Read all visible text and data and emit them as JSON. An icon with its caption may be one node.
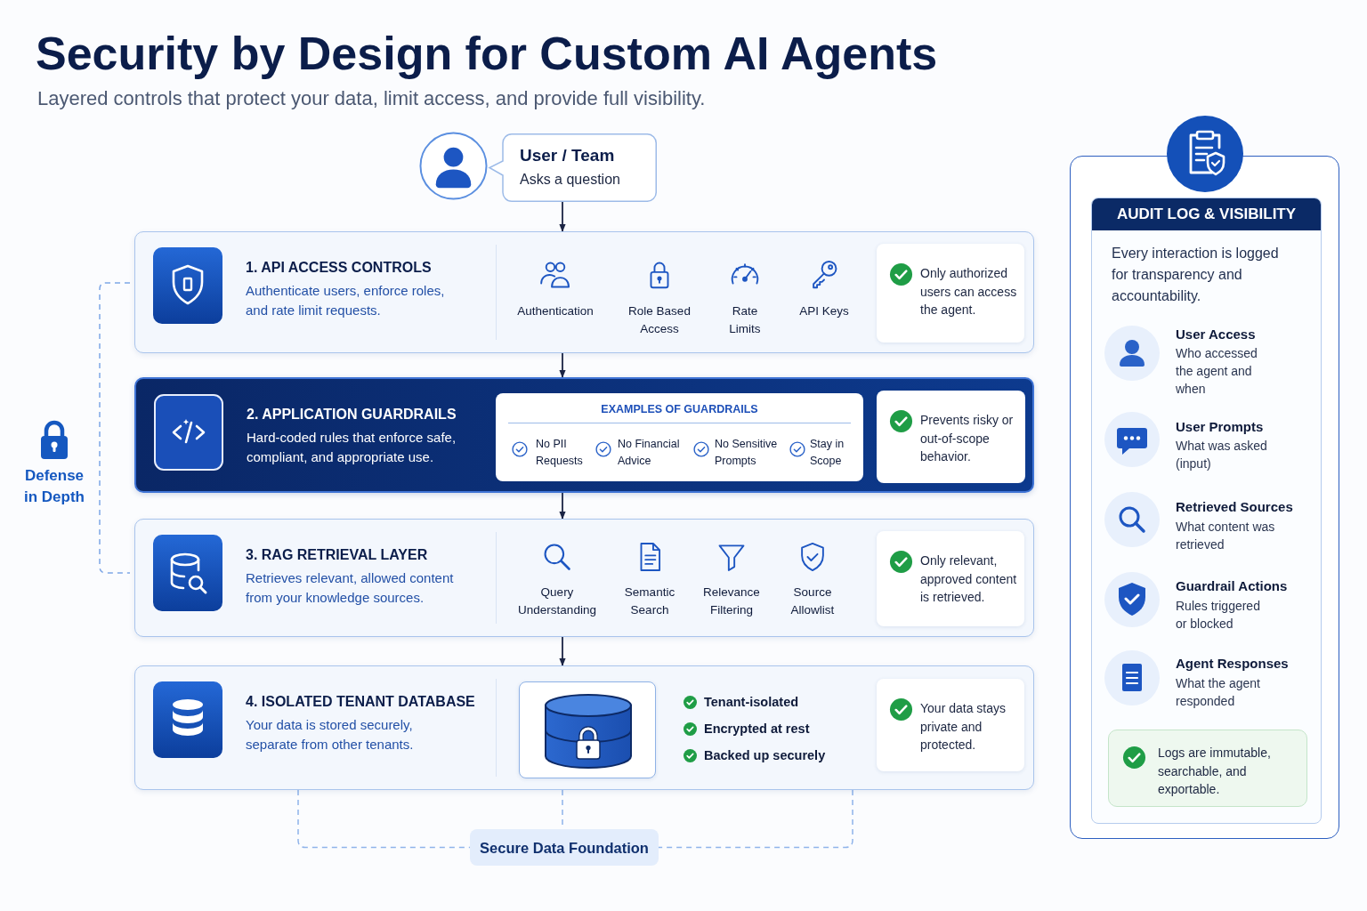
{
  "diagram": {
    "title": "Security by Design for Custom AI Agents",
    "nodes": [
      {
        "text": [
          "User / Team",
          "Asks a question"
        ]
      },
      {
        "text": [
          "1. API ACCESS CONTROLS",
          "Authenticate users, enforce roles, and rate limit requests."
        ]
      },
      {
        "text": [
          "Only authorized users can access the agent."
        ],
        "in": 1
      },
      {
        "text": [
          "2. APPLICATION GUARDRAILS",
          "Hard-coded rules that enforce safe, compliant, and appropriate use."
        ]
      },
      {
        "text": [
          "EXAMPLES OF GUARDRAILS",
          "No PII Requests",
          "No Financial Advice",
          "No Sensitive Prompts",
          "Stay in Scope"
        ],
        "in": 3
      },
      {
        "text": [
          "Prevents risky or out-of-scope behavior."
        ],
        "in": 3
      },
      {
        "text": [
          "3. RAG RETRIEVAL LAYER",
          "Retrieves relevant, allowed content from your knowledge sources."
        ]
      },
      {
        "text": [
          "Only relevant, approved content is retrieved."
        ],
        "in": 6
      },
      {
        "text": [
          "4. ISOLATED TENANT DATABASE",
          "Your data is stored securely, separate from other tenants."
        ]
      },
      {
        "text": [],
        "shape": "cylinder",
        "in": 8
      },
      {
        "text": [
          "Your data stays private and protected."
        ],
        "in": 8
      },
      {
        "text": [
          "Secure Data Foundation"
        ]
      },
      {
        "text": [],
        "shape": "box"
      },
      {
        "text": [
          "AUDIT LOG & VISIBILITY",
          "Every interaction is logged for transparency and accountability."
        ],
        "in": 12
      },
      {
        "text": [
          "Logs are immutable, searchable, and exportable."
        ],
        "in": 13
      }
    ],
    "edges": [
      {
        "from": 0,
        "to": 1,
        "arrow": "to"
      },
      {
        "from": 1,
        "to": 3,
        "arrow": "to"
      },
      {
        "from": 3,
        "to": 6,
        "arrow": "to"
      },
      {
        "from": 6,
        "to": 8,
        "arrow": "to"
      },
      {
        "from": 8,
        "to": 11,
        "arrow": "none",
        "style": "dashed",
        "color": "#8fb3ea"
      },
      {
        "from": 8,
        "to": 11,
        "arrow": "none",
        "style": "dashed",
        "color": "#8fb3ea"
      },
      {
        "from": 8,
        "to": 11,
        "arrow": "none",
        "style": "dashed",
        "color": "#8fb3ea"
      }
    ],
    "labels": [
      "Layered controls that protect your data, limit access, and provide full visibility.",
      "Authentication",
      "Role Based Access",
      "Rate Limits",
      "API Keys",
      "Defense in Depth",
      "Query Understanding",
      "Semantic Search",
      "Relevance Filtering",
      "Source Allowlist",
      "Tenant-isolated",
      "Encrypted at rest",
      "Backed up securely",
      "User Access",
      "Who accessed the agent and when",
      "User Prompts",
      "What was asked (input)",
      "Retrieved Sources",
      "What content was retrieved",
      "Guardrail Actions",
      "Rules triggered or blocked",
      "Agent Responses",
      "What the agent responded"
    ]
  }
}
